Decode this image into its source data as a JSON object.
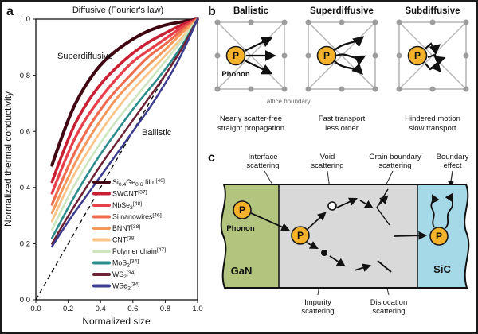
{
  "panels": {
    "a": "a",
    "b": "b",
    "c": "c"
  },
  "chart_data": {
    "type": "line",
    "title": "Diffusive (Fourier's law)",
    "xlabel": "Normalized size",
    "ylabel": "Normalized thermal conductivity",
    "xlim": [
      0,
      1
    ],
    "ylim": [
      0,
      1
    ],
    "grid": false,
    "legend_position": "lower right",
    "annotation_superdiffusive": "Superdiffusive",
    "annotation_ballistic": "Ballistic",
    "xticks": [
      "0.0",
      "0.2",
      "0.4",
      "0.6",
      "0.8",
      "1.0"
    ],
    "yticks": [
      "0.0",
      "0.2",
      "0.4",
      "0.6",
      "0.8",
      "1.0"
    ],
    "ballistic_line": {
      "label": "Ballistic",
      "style": "dashed",
      "from": [
        0,
        0
      ],
      "to": [
        1,
        1
      ]
    },
    "x": [
      0.1,
      0.2,
      0.3,
      0.4,
      0.5,
      0.6,
      0.7,
      0.8,
      0.9,
      1.0
    ],
    "series": [
      {
        "name": "Si_{0.4}Ge_{0.6} film^{[40]}",
        "color": "#400612",
        "width": 4.0,
        "values": [
          0.48,
          0.65,
          0.76,
          0.84,
          0.89,
          0.93,
          0.96,
          0.98,
          0.99,
          1.0
        ]
      },
      {
        "name": "SWCNT^{[37]}",
        "color": "#c81f35",
        "width": 3.6,
        "values": [
          0.42,
          0.58,
          0.69,
          0.77,
          0.83,
          0.88,
          0.92,
          0.95,
          0.98,
          1.0
        ]
      },
      {
        "name": "NbSe_{3}^{[48]}",
        "color": "#e8404b",
        "width": 3.4,
        "values": [
          0.38,
          0.53,
          0.64,
          0.72,
          0.79,
          0.85,
          0.89,
          0.93,
          0.97,
          1.0
        ]
      },
      {
        "name": "Si nanowires^{[46]}",
        "color": "#f06a4e",
        "width": 3.2,
        "values": [
          0.34,
          0.48,
          0.59,
          0.68,
          0.75,
          0.81,
          0.87,
          0.91,
          0.96,
          1.0
        ]
      },
      {
        "name": "BNNT^{[38]}",
        "color": "#f6975c",
        "width": 3.0,
        "values": [
          0.31,
          0.44,
          0.55,
          0.64,
          0.72,
          0.78,
          0.84,
          0.89,
          0.95,
          1.0
        ]
      },
      {
        "name": "CNT^{[38]}",
        "color": "#fbc489",
        "width": 2.8,
        "values": [
          0.28,
          0.41,
          0.51,
          0.6,
          0.68,
          0.75,
          0.81,
          0.87,
          0.93,
          1.0
        ]
      },
      {
        "name": "Polymer chain^{[47]}",
        "color": "#cfe5c0",
        "width": 2.7,
        "values": [
          0.25,
          0.37,
          0.47,
          0.56,
          0.64,
          0.71,
          0.78,
          0.85,
          0.92,
          1.0
        ]
      },
      {
        "name": "MoS_{2}^{[34]}",
        "color": "#2b8c8c",
        "width": 2.6,
        "values": [
          0.22,
          0.33,
          0.43,
          0.52,
          0.6,
          0.68,
          0.75,
          0.82,
          0.9,
          1.0
        ]
      },
      {
        "name": "WS_{2}^{[34]}",
        "color": "#6d2134",
        "width": 2.5,
        "values": [
          0.2,
          0.3,
          0.39,
          0.48,
          0.56,
          0.64,
          0.72,
          0.8,
          0.89,
          1.0
        ]
      },
      {
        "name": "WSe_{2}^{[34]}",
        "color": "#3d3d8f",
        "width": 2.5,
        "values": [
          0.19,
          0.28,
          0.36,
          0.44,
          0.52,
          0.6,
          0.68,
          0.77,
          0.87,
          1.0
        ]
      }
    ]
  },
  "panel_b": {
    "phonon_symbol": "P",
    "phonon_label": "Phonon",
    "phonon_color": "#f3b229",
    "lattice_boundary_label": "Lattice boundary",
    "columns": [
      {
        "title": "Ballistic",
        "caption_lines": [
          "Nearly scatter-free",
          "straight propagation"
        ]
      },
      {
        "title": "Superdiffusive",
        "caption_lines": [
          "Fast transport",
          "less order"
        ]
      },
      {
        "title": "Subdiffusive",
        "caption_lines": [
          "Hindered motion",
          "slow transport"
        ]
      }
    ]
  },
  "panel_c": {
    "phonon_symbol": "P",
    "phonon_label": "Phonon",
    "phonon_color": "#f3b229",
    "label_color": "#b01fa8",
    "boundary_effect_color": "#e35827",
    "regions": [
      {
        "name": "GaN",
        "color": "#b2c47e"
      },
      {
        "name": "",
        "color": "#d9d9d9"
      },
      {
        "name": "SiC",
        "color": "#a6d9e8"
      }
    ],
    "labels_top": [
      {
        "lines": [
          "Interface",
          "scattering"
        ]
      },
      {
        "lines": [
          "Void",
          "scattering"
        ]
      },
      {
        "lines": [
          "Grain boundary",
          "scattering"
        ]
      },
      {
        "lines": [
          "Boundary",
          "effect"
        ]
      }
    ],
    "labels_bottom": [
      {
        "lines": [
          "Impurity",
          "scattering"
        ]
      },
      {
        "lines": [
          "Dislocation",
          "scattering"
        ]
      }
    ]
  }
}
